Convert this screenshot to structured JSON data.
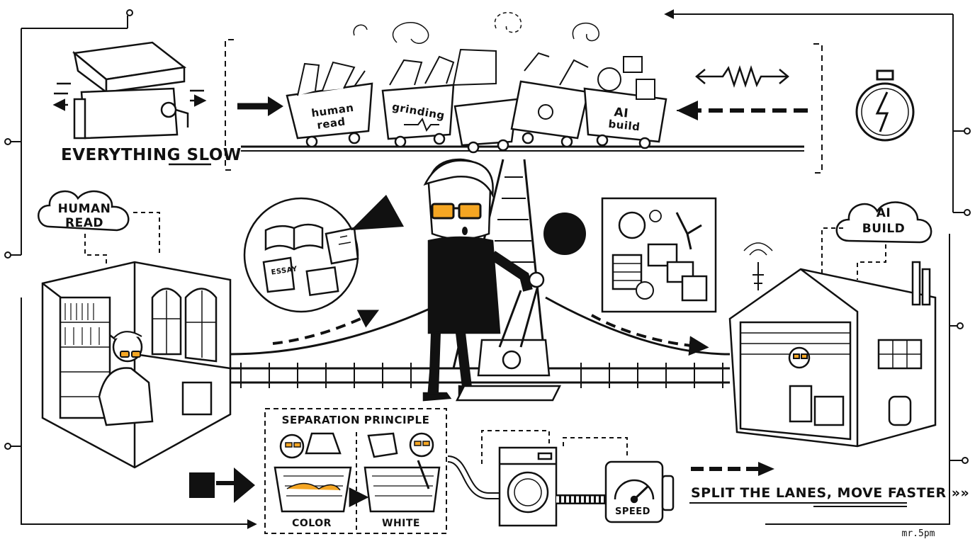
{
  "top": {
    "title_prefix": "EVERYTHING ",
    "title_emph": "SLOW",
    "carts": [
      {
        "line1": "human",
        "line2": "read"
      },
      {
        "line1": "grinding",
        "line2": ""
      },
      {
        "line1": "",
        "line2": ""
      },
      {
        "line1": "",
        "line2": ""
      },
      {
        "line1": "AI",
        "line2": "build"
      }
    ]
  },
  "left": {
    "cloud_line1": "HUMAN",
    "cloud_line2": "READ",
    "essay_label": "ESSAY"
  },
  "right": {
    "cloud_line1": "AI",
    "cloud_line2": "BUILD"
  },
  "bottom": {
    "box_title": "SEPARATION PRINCIPLE",
    "basket_left": "COLOR",
    "basket_right": "WHITE",
    "gauge_label": "SPEED",
    "slogan_prefix": "SPLIT THE LANES, ",
    "slogan_emph": "MOVE FASTER",
    "slogan_suffix": " »»",
    "signature": "mr.5pm"
  },
  "colors": {
    "ink": "#111111",
    "lens": "#f5a623",
    "paper": "#ffffff"
  }
}
